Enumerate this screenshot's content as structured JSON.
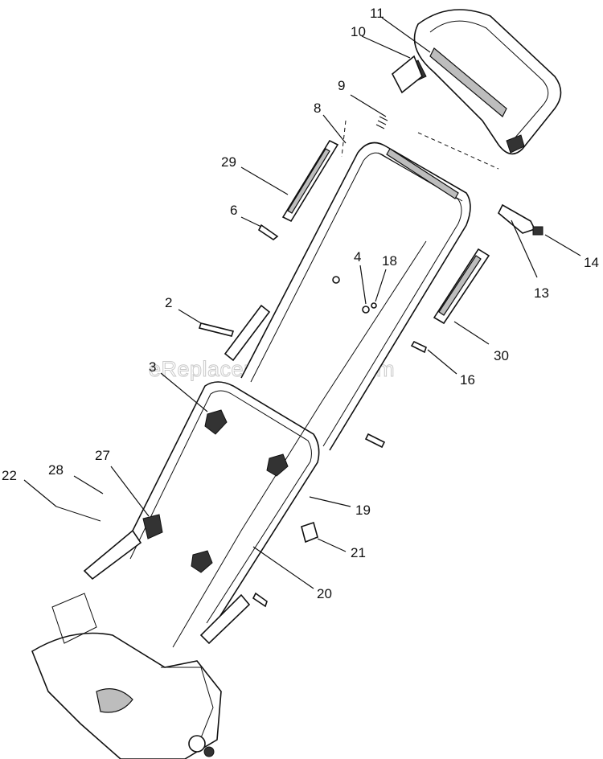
{
  "watermark": "eReplacementParts.com",
  "callouts": [
    {
      "id": "c11",
      "label": "11"
    },
    {
      "id": "c10",
      "label": "10"
    },
    {
      "id": "c9",
      "label": "9"
    },
    {
      "id": "c8",
      "label": "8"
    },
    {
      "id": "c29",
      "label": "29"
    },
    {
      "id": "c6",
      "label": "6"
    },
    {
      "id": "c4",
      "label": "4"
    },
    {
      "id": "c18",
      "label": "18"
    },
    {
      "id": "c14",
      "label": "14"
    },
    {
      "id": "c13",
      "label": "13"
    },
    {
      "id": "c2",
      "label": "2"
    },
    {
      "id": "c30",
      "label": "30"
    },
    {
      "id": "c3",
      "label": "3"
    },
    {
      "id": "c16",
      "label": "16"
    },
    {
      "id": "c22",
      "label": "22"
    },
    {
      "id": "c28",
      "label": "28"
    },
    {
      "id": "c27",
      "label": "27"
    },
    {
      "id": "c19",
      "label": "19"
    },
    {
      "id": "c21",
      "label": "21"
    },
    {
      "id": "c20",
      "label": "20"
    }
  ]
}
